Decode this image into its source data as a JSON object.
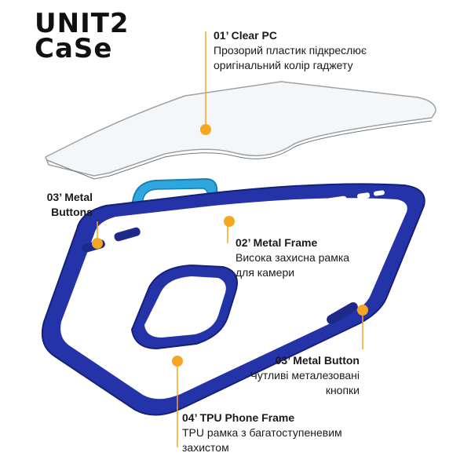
{
  "brand": {
    "line1": "UNIT2",
    "line2": "CaSe"
  },
  "colors": {
    "accent": "#f5a623",
    "frame_blue": "#2433a8",
    "ring_blue": "#35b3e8"
  },
  "callouts": {
    "clear_pc": {
      "title": "01’ Clear PC",
      "desc1": "Прозорий пластик підкреслює",
      "desc2": "оригінальний колір гаджету"
    },
    "metal_frame": {
      "title": "02’ Metal Frame",
      "desc1": "Висока захисна рамка",
      "desc2": "для камери"
    },
    "metal_buttons": {
      "title1": "03’ Metal",
      "title2": "Buttons"
    },
    "metal_button": {
      "title": "03’ Metal Button",
      "desc1": "Чутливі металезовані",
      "desc2": "кнопки"
    },
    "tpu_frame": {
      "title": "04’ TPU Phone Frame",
      "desc1": "TPU рамка з багатоступеневим",
      "desc2": "захистом"
    }
  }
}
